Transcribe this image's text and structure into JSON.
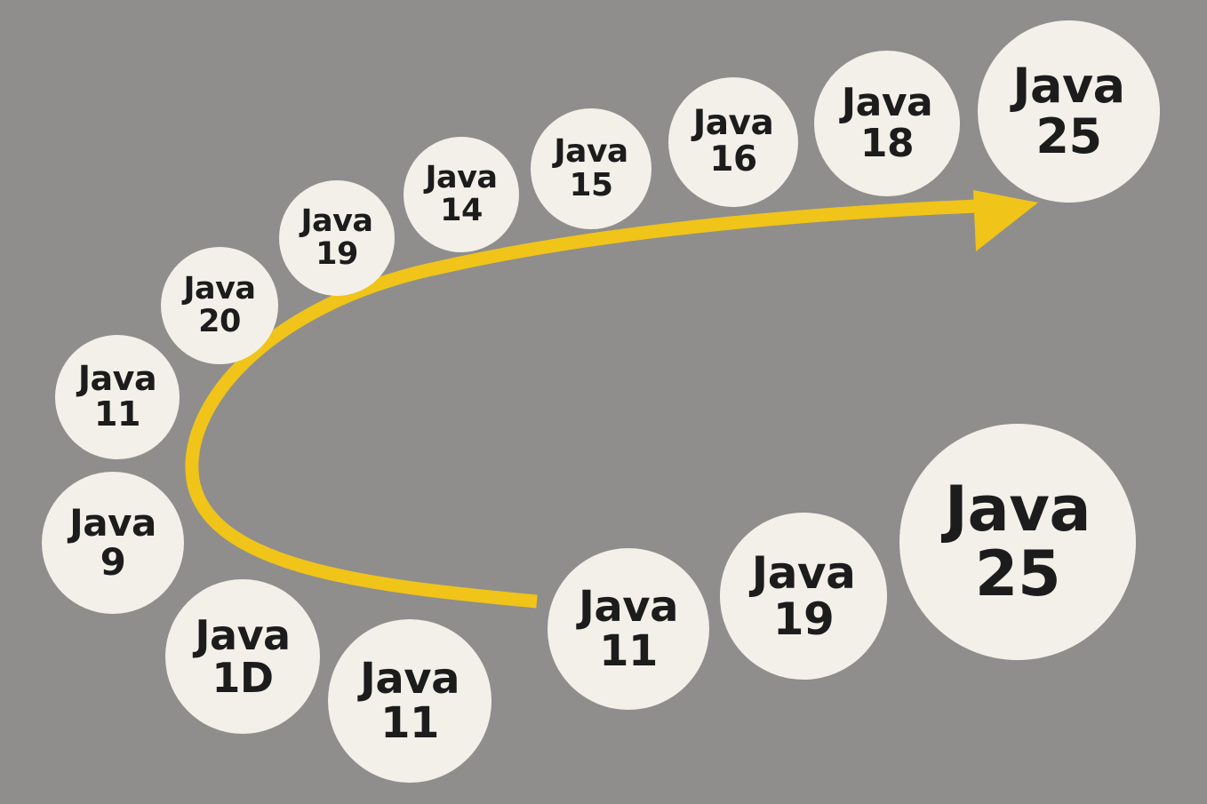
{
  "colors": {
    "background": "#8f8e8c",
    "bubble": "#f3f0e9",
    "text": "#1c1c1c",
    "arrow": "#f0c419"
  },
  "bubbles": [
    {
      "word": "Java",
      "num": "11"
    },
    {
      "word": "Java",
      "num": "20"
    },
    {
      "word": "Java",
      "num": "19"
    },
    {
      "word": "Java",
      "num": "14"
    },
    {
      "word": "Java",
      "num": "15"
    },
    {
      "word": "Java",
      "num": "16"
    },
    {
      "word": "Java",
      "num": "18"
    },
    {
      "word": "Java",
      "num": "25"
    },
    {
      "word": "Java",
      "num": "9"
    },
    {
      "word": "Java",
      "num": "1D"
    },
    {
      "word": "Java",
      "num": "11"
    },
    {
      "word": "Java",
      "num": "11"
    },
    {
      "word": "Java",
      "num": "19"
    },
    {
      "word": "Java",
      "num": "25"
    }
  ]
}
